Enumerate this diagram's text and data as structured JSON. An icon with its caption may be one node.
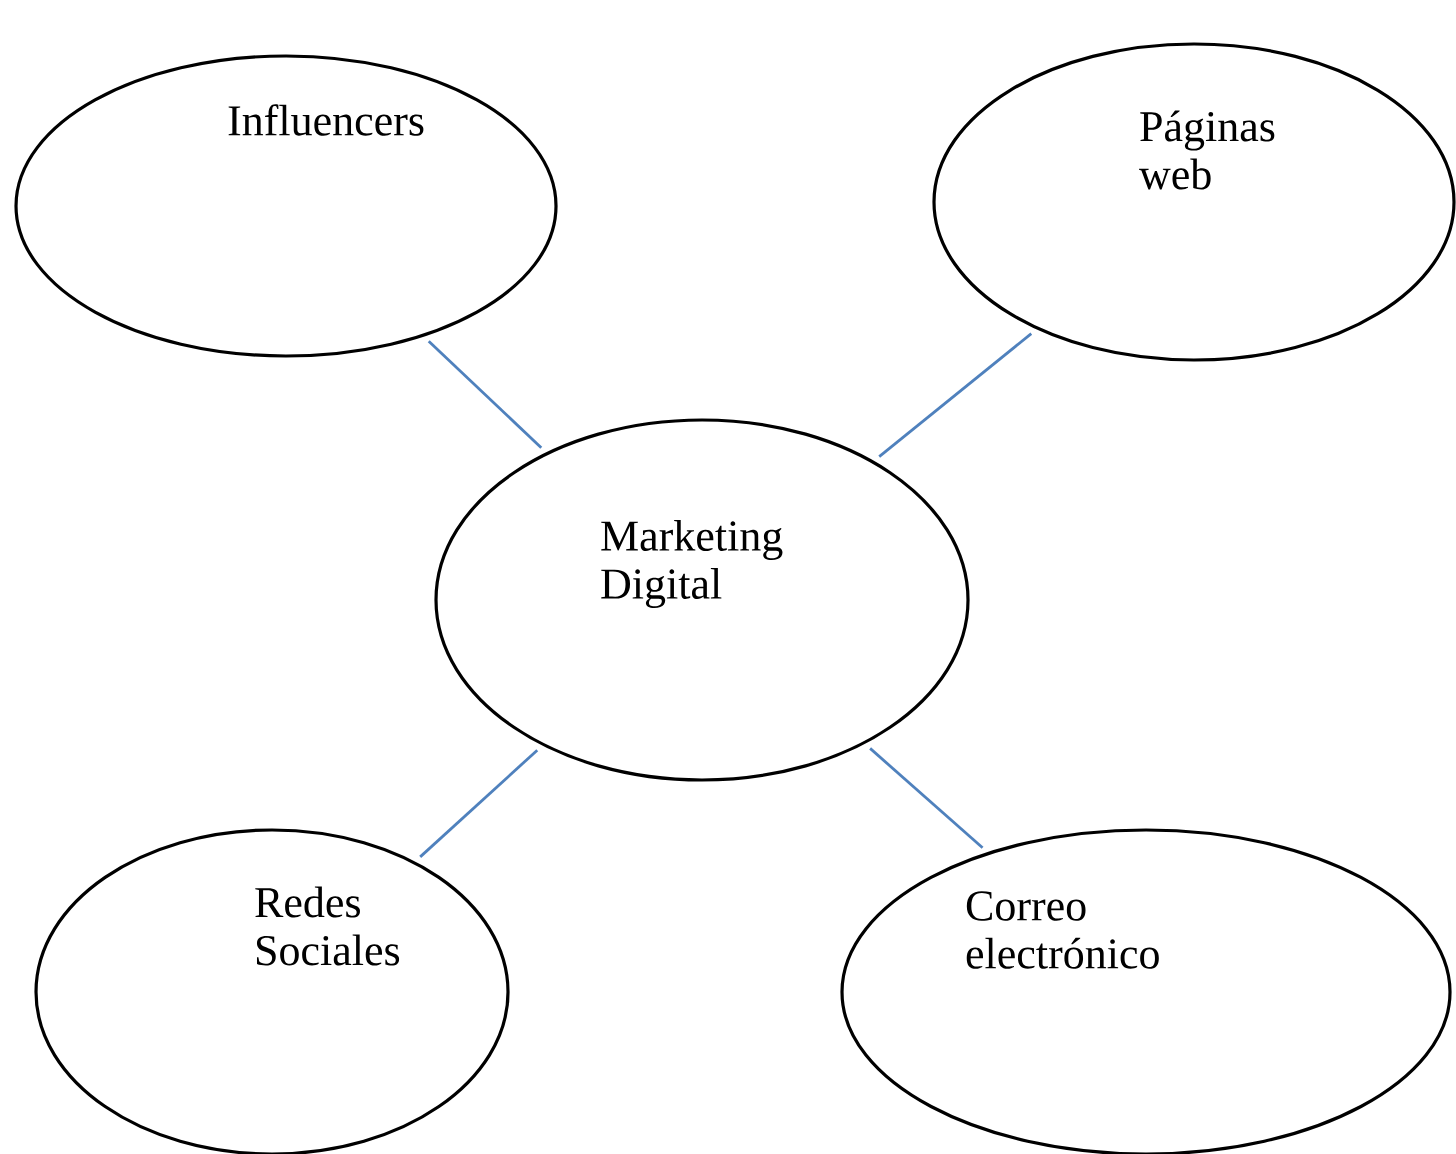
{
  "diagram": {
    "nodes": [
      {
        "text": [
          "Marketing Digital"
        ]
      },
      {
        "text": [
          "Influencers"
        ]
      },
      {
        "text": [
          "Páginas web"
        ]
      },
      {
        "text": [
          "Redes Sociales"
        ]
      },
      {
        "text": [
          "Correo electrónico"
        ]
      }
    ],
    "edges": [
      {
        "from": 0,
        "to": 1,
        "arrow": "none"
      },
      {
        "from": 0,
        "to": 2,
        "arrow": "none"
      },
      {
        "from": 0,
        "to": 3,
        "arrow": "none"
      },
      {
        "from": 0,
        "to": 4,
        "arrow": "none"
      }
    ]
  }
}
